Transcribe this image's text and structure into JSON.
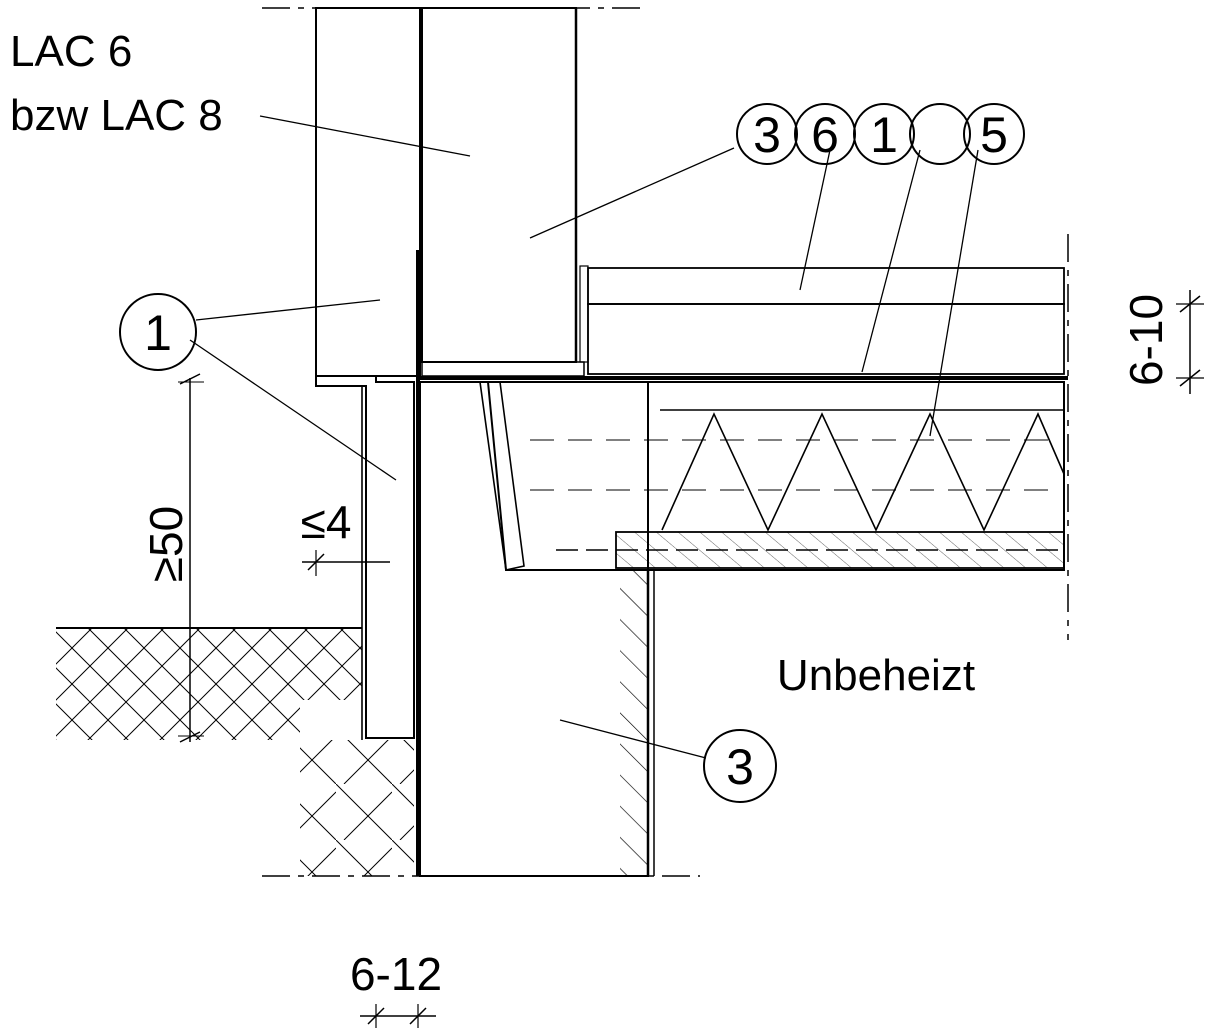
{
  "material_label": {
    "line1": "LAC 6",
    "line2": "bzw LAC 8"
  },
  "callouts": {
    "top_group": [
      "3",
      "6",
      "1",
      "5"
    ],
    "left": "1",
    "bottom": "3"
  },
  "dimensions": {
    "plinth_height": "≥50",
    "setback": "≤4",
    "floor_insulation": "6-10",
    "wall_insulation": "6-12"
  },
  "space_label": "Unbeheizt"
}
